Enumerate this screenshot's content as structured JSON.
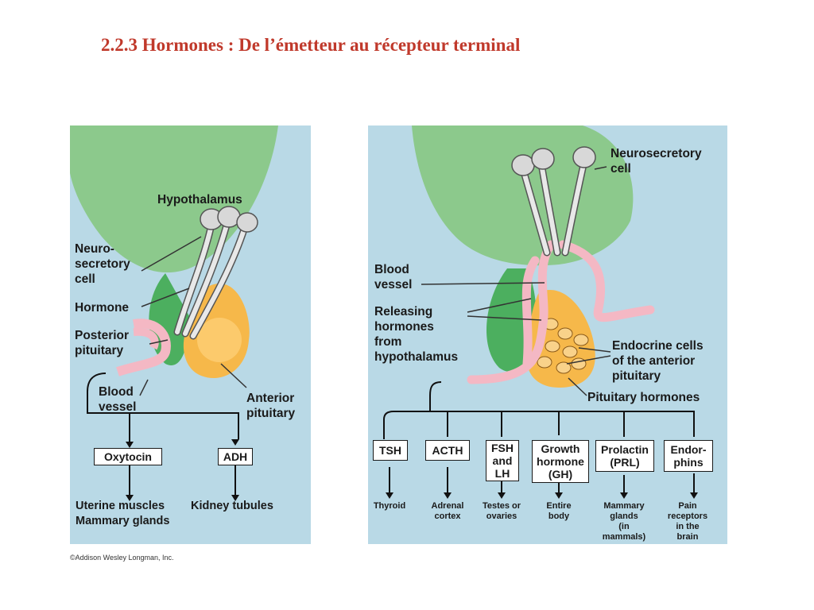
{
  "title": "2.2.3 Hormones : De l’émetteur au récepteur terminal",
  "credit": "©Addison Wesley Longman, Inc.",
  "left": {
    "hypothalamus": "Hypothalamus",
    "neurosecretory": "Neuro-\nsecretory\ncell",
    "hormone": "Hormone",
    "posterior": "Posterior\npituitary",
    "blood_vessel": "Blood\nvessel",
    "anterior": "Anterior\npituitary",
    "hormones": [
      "Oxytocin",
      "ADH"
    ],
    "targets": [
      "Uterine muscles\nMammary glands",
      "Kidney tubules"
    ]
  },
  "right": {
    "neurosecretory": "Neurosecretory\ncell",
    "blood_vessel": "Blood\nvessel",
    "releasing": "Releasing\nhormones\nfrom\nhypothalamus",
    "endocrine": "Endocrine cells\nof the anterior\npituitary",
    "pituitary_hormones": "Pituitary hormones",
    "hormones": [
      "TSH",
      "ACTH",
      "FSH\nand\nLH",
      "Growth\nhormone\n(GH)",
      "Prolactin\n(PRL)",
      "Endor-\nphins"
    ],
    "targets": [
      "Thyroid",
      "Adrenal\ncortex",
      "Testes or\novaries",
      "Entire\nbody",
      "Mammary\nglands\n(in\nmammals)",
      "Pain\nreceptors\nin the\nbrain"
    ]
  },
  "colors": {
    "title": "#c0392b",
    "panel": "#b9d9e6",
    "hypothalamus": "#8cc98c",
    "posterior": "#4caf5f",
    "anterior": "#f6b84a",
    "vessel": "#f4b8c4"
  }
}
